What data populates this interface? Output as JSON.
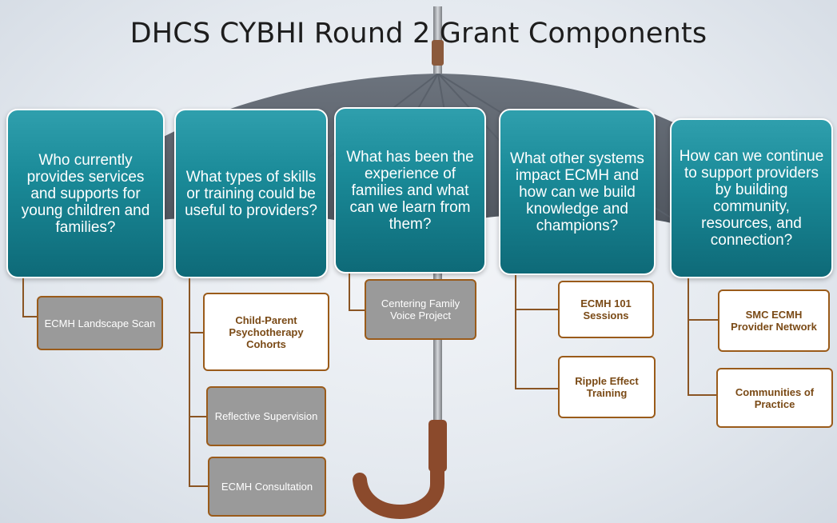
{
  "title": "DHCS CYBHI Round 2 Grant Components",
  "colors": {
    "question_box": "#1a8a98",
    "connector": "#8a5524",
    "gray_box": "#9a9a9a",
    "white_box_text": "#7a4a16",
    "umbrella_canopy": "#5f6670",
    "umbrella_handle": "#8b4a2c"
  },
  "columns": [
    {
      "question": "Who currently provides services and supports for young children and families?",
      "items": [
        {
          "label": "ECMH Landscape Scan",
          "style": "gray"
        }
      ]
    },
    {
      "question": "What types of skills or training could be useful to providers?",
      "items": [
        {
          "label": "Child-Parent Psychotherapy Cohorts",
          "style": "white"
        },
        {
          "label": "Reflective Supervision",
          "style": "gray"
        },
        {
          "label": "ECMH Consultation",
          "style": "gray"
        }
      ]
    },
    {
      "question": "What has been the experience of families and what can we learn from them?",
      "items": [
        {
          "label": "Centering Family Voice Project",
          "style": "gray"
        }
      ]
    },
    {
      "question": "What other systems impact ECMH and how can we build knowledge and champions?",
      "items": [
        {
          "label": "ECMH 101 Sessions",
          "style": "white"
        },
        {
          "label": "Ripple Effect Training",
          "style": "white"
        }
      ]
    },
    {
      "question": "How can we continue to support providers by building community, resources, and connection?",
      "items": [
        {
          "label": "SMC ECMH Provider Network",
          "style": "white"
        },
        {
          "label": "Communities of Practice",
          "style": "white"
        }
      ]
    }
  ]
}
